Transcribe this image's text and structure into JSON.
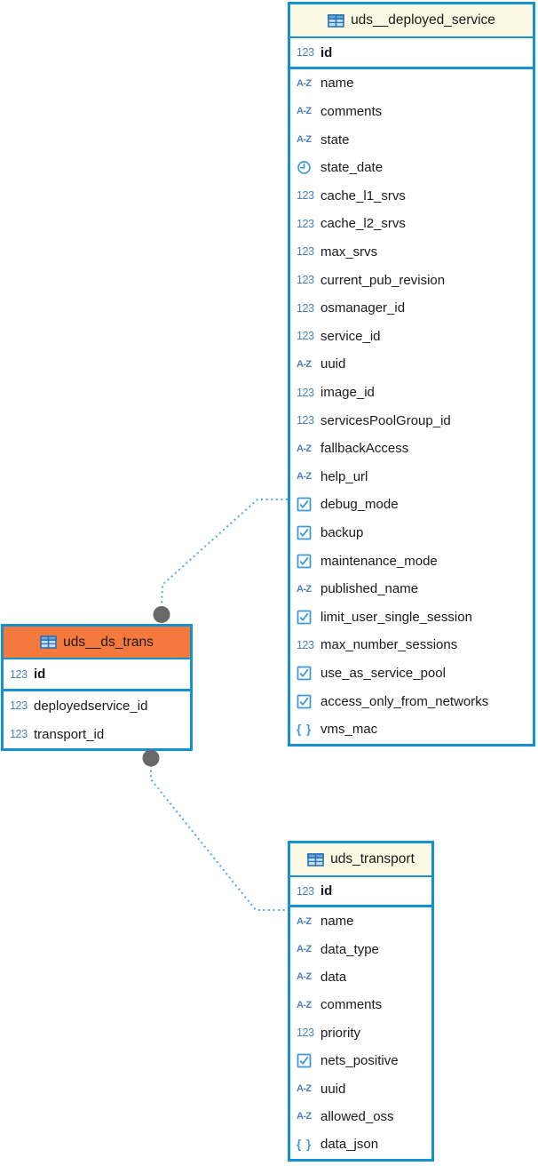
{
  "diagram": {
    "colors": {
      "table_border": "#1591d2",
      "header_fill": "#fbf9e3",
      "selected_header_fill": "#f5793d",
      "type_icon_blue": "#4a80b5",
      "glyph_icon_blue": "#3e9ad6",
      "connector_line": "#4da9e8",
      "endpoint_dot": "#696969",
      "text": "#1a1a1a"
    },
    "type_icon_labels": {
      "number": "123",
      "text": "A-Z",
      "json": "{ }"
    },
    "tables": [
      {
        "title": "uds__deployed_service",
        "selected": false,
        "primary_key": [
          {
            "name": "id",
            "type": "number"
          }
        ],
        "columns": [
          {
            "name": "name",
            "type": "text"
          },
          {
            "name": "comments",
            "type": "text"
          },
          {
            "name": "state",
            "type": "text"
          },
          {
            "name": "state_date",
            "type": "datetime"
          },
          {
            "name": "cache_l1_srvs",
            "type": "number"
          },
          {
            "name": "cache_l2_srvs",
            "type": "number"
          },
          {
            "name": "max_srvs",
            "type": "number"
          },
          {
            "name": "current_pub_revision",
            "type": "number"
          },
          {
            "name": "osmanager_id",
            "type": "number"
          },
          {
            "name": "service_id",
            "type": "number"
          },
          {
            "name": "uuid",
            "type": "text"
          },
          {
            "name": "image_id",
            "type": "number"
          },
          {
            "name": "servicesPoolGroup_id",
            "type": "number"
          },
          {
            "name": "fallbackAccess",
            "type": "text"
          },
          {
            "name": "help_url",
            "type": "text"
          },
          {
            "name": "debug_mode",
            "type": "boolean"
          },
          {
            "name": "backup",
            "type": "boolean"
          },
          {
            "name": "maintenance_mode",
            "type": "boolean"
          },
          {
            "name": "published_name",
            "type": "text"
          },
          {
            "name": "limit_user_single_session",
            "type": "boolean"
          },
          {
            "name": "max_number_sessions",
            "type": "number"
          },
          {
            "name": "use_as_service_pool",
            "type": "boolean"
          },
          {
            "name": "access_only_from_networks",
            "type": "boolean"
          },
          {
            "name": "vms_mac",
            "type": "json"
          }
        ]
      },
      {
        "title": "uds__ds_trans",
        "selected": true,
        "primary_key": [
          {
            "name": "id",
            "type": "number"
          }
        ],
        "columns": [
          {
            "name": "deployedservice_id",
            "type": "number"
          },
          {
            "name": "transport_id",
            "type": "number"
          }
        ]
      },
      {
        "title": "uds_transport",
        "selected": false,
        "primary_key": [
          {
            "name": "id",
            "type": "number"
          }
        ],
        "columns": [
          {
            "name": "name",
            "type": "text"
          },
          {
            "name": "data_type",
            "type": "text"
          },
          {
            "name": "data",
            "type": "text"
          },
          {
            "name": "comments",
            "type": "text"
          },
          {
            "name": "priority",
            "type": "number"
          },
          {
            "name": "nets_positive",
            "type": "boolean"
          },
          {
            "name": "uuid",
            "type": "text"
          },
          {
            "name": "allowed_oss",
            "type": "text"
          },
          {
            "name": "data_json",
            "type": "json"
          }
        ]
      }
    ],
    "relationships": [
      {
        "from": "uds__ds_trans",
        "to": "uds__deployed_service"
      },
      {
        "from": "uds__ds_trans",
        "to": "uds_transport"
      }
    ]
  }
}
